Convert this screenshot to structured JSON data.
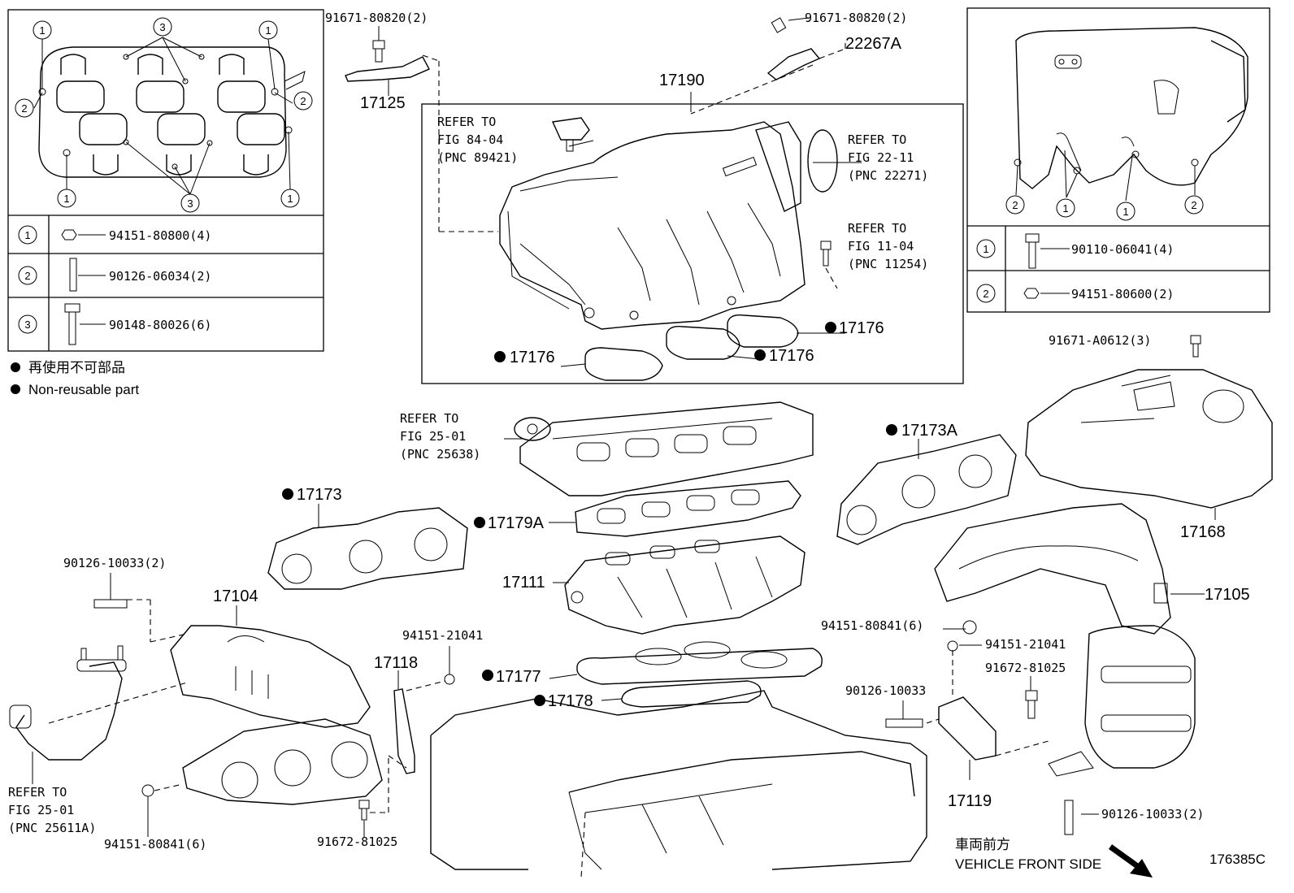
{
  "diagram_id": "176385C",
  "legend": {
    "non_reusable_jp": "再使用不可部品",
    "non_reusable_en": "Non-reusable part"
  },
  "vehicle_front": {
    "jp": "車両前方",
    "en": "VEHICLE FRONT SIDE"
  },
  "left_table": [
    {
      "num": "1",
      "part": "94151-80800(4)"
    },
    {
      "num": "2",
      "part": "90126-06034(2)"
    },
    {
      "num": "3",
      "part": "90148-80026(6)"
    }
  ],
  "right_table": [
    {
      "num": "1",
      "part": "90110-06041(4)"
    },
    {
      "num": "2",
      "part": "94151-80600(2)"
    }
  ],
  "left_callouts": [
    "1",
    "3",
    "1",
    "2",
    "2",
    "1",
    "3",
    "1"
  ],
  "right_callouts": [
    "2",
    "1",
    "1",
    "2"
  ],
  "labels": {
    "p91671_80820_a": "91671-80820(2)",
    "p91671_80820_b": "91671-80820(2)",
    "p22267A": "22267A",
    "p17125": "17125",
    "p17190": "17190",
    "p17176_a": "17176",
    "p17176_b": "17176",
    "p17176_c": "17176",
    "p91671_A0612": "91671-A0612(3)",
    "p17173A": "17173A",
    "p17173": "17173",
    "p17179A": "17179A",
    "p17111": "17111",
    "p17168": "17168",
    "p17105": "17105",
    "p90126_10033_2a": "90126-10033(2)",
    "p17104": "17104",
    "p94151_21041_a": "94151-21041",
    "p17118": "17118",
    "p17177": "17177",
    "p17178": "17178",
    "p94151_80841_a": "94151-80841(6)",
    "p94151_21041_b": "94151-21041",
    "p91672_81025_a": "91672-81025",
    "p90126_10033": "90126-10033",
    "p17119": "17119",
    "p90126_10033_2b": "90126-10033(2)",
    "p94151_80841_b": "94151-80841(6)",
    "p91672_81025_b": "91672-81025"
  },
  "refs": {
    "r84": [
      "REFER TO",
      "FIG 84-04",
      "(PNC 89421)"
    ],
    "r22": [
      "REFER TO",
      "FIG 22-11",
      "(PNC 22271)"
    ],
    "r11": [
      "REFER TO",
      "FIG 11-04",
      "(PNC 11254)"
    ],
    "r25a": [
      "REFER TO",
      "FIG 25-01",
      "(PNC 25638)"
    ],
    "r25b": [
      "REFER TO",
      "FIG 25-01",
      "(PNC 25611A)"
    ]
  }
}
